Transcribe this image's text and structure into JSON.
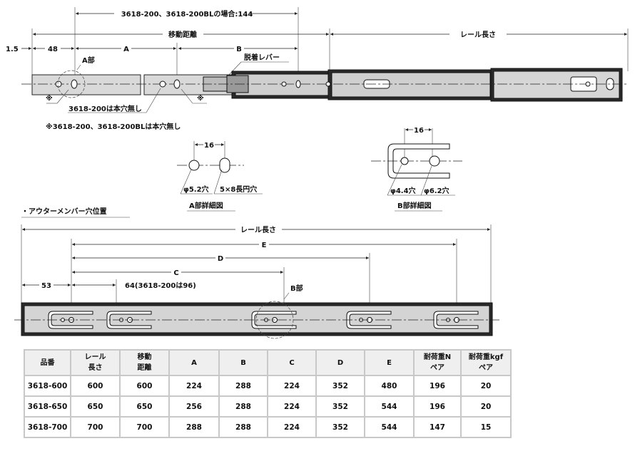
{
  "top_view": {
    "dim_144": "3618-200、3618-200BLの場合:144",
    "travel": "移動距離",
    "rail_length": "レール長さ",
    "dim_1_5": "1.5",
    "dim_48": "48",
    "dim_a": "A",
    "dim_b": "B",
    "part_a": "A部",
    "release_lever": "脱着レバー",
    "note_mark_left": "※",
    "note_mark_right": "※",
    "note_no_hole_200": "3618-200は本穴無し",
    "note_footnote": "※3618-200、3618-200BLは本穴無し"
  },
  "detail_a": {
    "pitch": "16",
    "hole1": "φ5.2穴",
    "hole2": "5×8長円穴",
    "title": "A部詳細図"
  },
  "detail_b": {
    "pitch": "16",
    "hole1": "φ4.4穴",
    "hole2": "φ6.2穴",
    "title": "B部詳細図"
  },
  "outer_member": {
    "section_title": "・アウターメンバー穴位置",
    "rail_length": "レール長さ",
    "dim_e": "E",
    "dim_d": "D",
    "dim_c": "C",
    "dim_53": "53",
    "dim_64": "64(3618-200は96)",
    "part_b": "B部"
  },
  "table": {
    "headers": [
      [
        "品番",
        ""
      ],
      [
        "レール",
        "長さ"
      ],
      [
        "移動",
        "距離"
      ],
      [
        "A",
        ""
      ],
      [
        "B",
        ""
      ],
      [
        "C",
        ""
      ],
      [
        "D",
        ""
      ],
      [
        "E",
        ""
      ],
      [
        "耐荷重N",
        "ペア"
      ],
      [
        "耐荷重kgf",
        "ペア"
      ]
    ],
    "rows": [
      [
        "3618-600",
        "600",
        "600",
        "224",
        "288",
        "224",
        "352",
        "480",
        "196",
        "20"
      ],
      [
        "3618-650",
        "650",
        "650",
        "256",
        "288",
        "224",
        "352",
        "544",
        "196",
        "20"
      ],
      [
        "3618-700",
        "700",
        "700",
        "288",
        "288",
        "224",
        "352",
        "544",
        "147",
        "15"
      ]
    ]
  }
}
